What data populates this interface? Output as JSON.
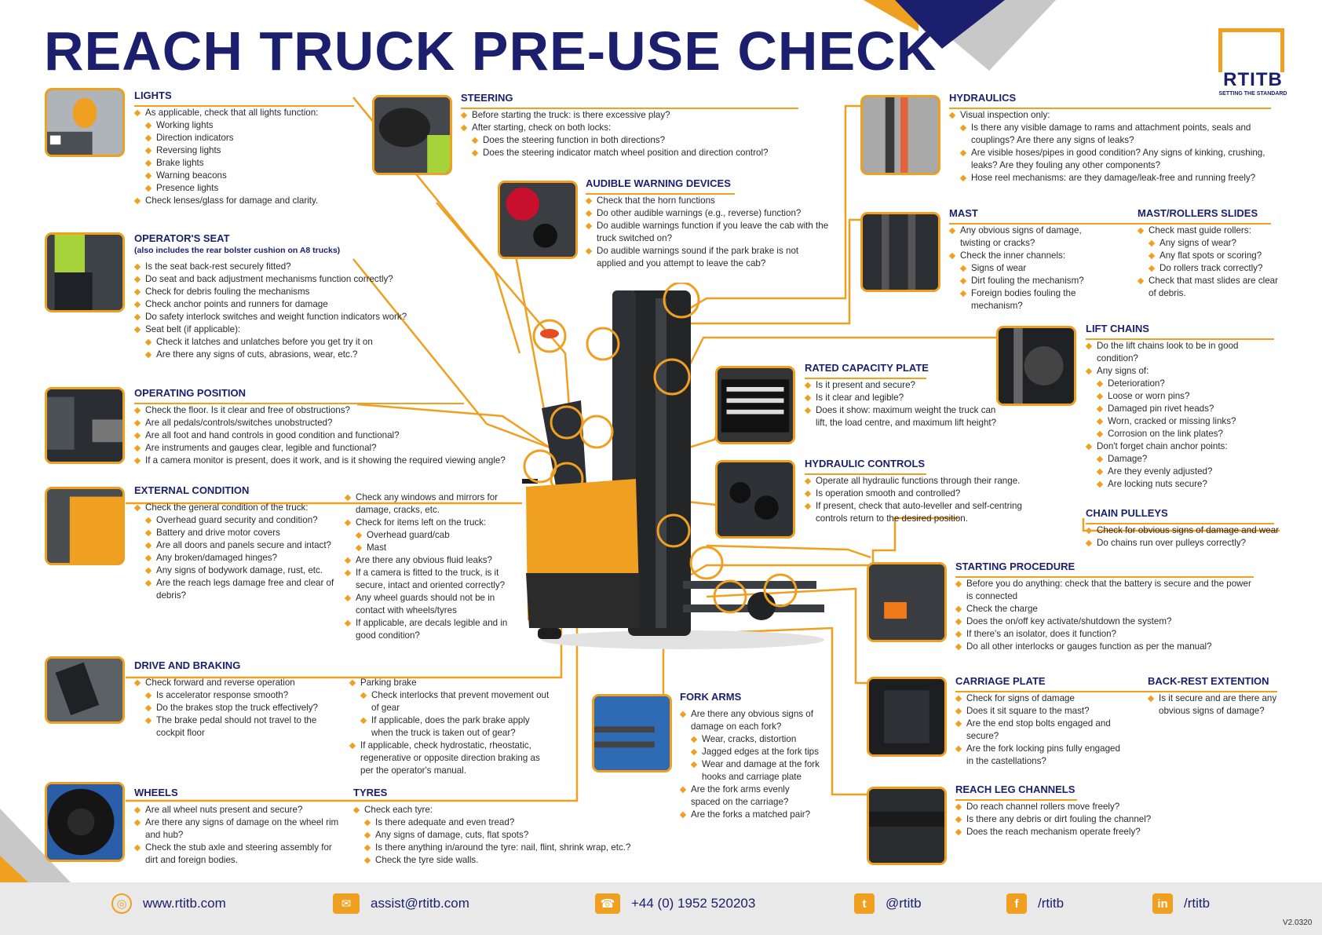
{
  "title": "REACH TRUCK PRE-USE CHECK",
  "logo": {
    "name": "RTITB",
    "tagline": "SETTING THE STANDARD"
  },
  "colors": {
    "navy": "#1b1f6e",
    "orange": "#f0a020",
    "grey": "#c8c8c8"
  },
  "sections": {
    "lights": {
      "title": "LIGHTS",
      "items": [
        {
          "text": "As applicable, check that all lights function:",
          "level": 1
        },
        {
          "text": "Working lights",
          "level": 2
        },
        {
          "text": "Direction indicators",
          "level": 2
        },
        {
          "text": "Reversing lights",
          "level": 2
        },
        {
          "text": "Brake lights",
          "level": 2
        },
        {
          "text": "Warning beacons",
          "level": 2
        },
        {
          "text": "Presence lights",
          "level": 2
        },
        {
          "text": "Check lenses/glass for damage and clarity.",
          "level": 1
        }
      ]
    },
    "seat": {
      "title": "OPERATOR'S SEAT",
      "subtitle": "(also includes the rear bolster cushion on A8 trucks)",
      "items": [
        {
          "text": "Is the seat back-rest securely fitted?",
          "level": 1
        },
        {
          "text": "Do seat and back adjustment mechanisms function correctly?",
          "level": 1
        },
        {
          "text": "Check for debris fouling the mechanisms",
          "level": 1
        },
        {
          "text": "Check anchor points and runners for damage",
          "level": 1
        },
        {
          "text": "Do safety interlock switches and weight function indicators work?",
          "level": 1
        },
        {
          "text": "Seat belt (if applicable):",
          "level": 1
        },
        {
          "text": "Check it latches and unlatches before you get try it on",
          "level": 2
        },
        {
          "text": "Are there any signs of cuts, abrasions, wear, etc.?",
          "level": 2
        }
      ]
    },
    "position": {
      "title": "OPERATING POSITION",
      "items": [
        {
          "text": "Check the floor. Is it clear and free of obstructions?",
          "level": 1
        },
        {
          "text": "Are all pedals/controls/switches unobstructed?",
          "level": 1
        },
        {
          "text": "Are all foot and hand controls in good condition and functional?",
          "level": 1
        },
        {
          "text": "Are instruments and gauges clear, legible and functional?",
          "level": 1
        },
        {
          "text": "If a camera monitor is present, does it work, and is it showing the required viewing angle?",
          "level": 1
        }
      ]
    },
    "external": {
      "title": "EXTERNAL CONDITION",
      "items": [
        {
          "text": "Check the general condition of the truck:",
          "level": 1
        },
        {
          "text": "Overhead guard security and condition?",
          "level": 2
        },
        {
          "text": "Battery and drive motor covers",
          "level": 2
        },
        {
          "text": "Are all doors and panels secure and intact?",
          "level": 2
        },
        {
          "text": "Any broken/damaged hinges?",
          "level": 2
        },
        {
          "text": "Any signs of bodywork damage, rust, etc.",
          "level": 2
        },
        {
          "text": "Are the reach legs damage free and clear of debris?",
          "level": 2
        }
      ],
      "items2": [
        {
          "text": "Check any windows and mirrors for damage, cracks, etc.",
          "level": 1
        },
        {
          "text": "Check for items left on the truck:",
          "level": 1
        },
        {
          "text": "Overhead guard/cab",
          "level": 2
        },
        {
          "text": "Mast",
          "level": 2
        },
        {
          "text": "Are there any obvious fluid leaks?",
          "level": 1
        },
        {
          "text": "If a camera is fitted to the truck, is it secure, intact and oriented correctly?",
          "level": 1
        },
        {
          "text": "Any wheel guards should not be in contact with wheels/tyres",
          "level": 1
        },
        {
          "text": "If applicable, are decals legible and in good condition?",
          "level": 1
        }
      ]
    },
    "drive": {
      "title": "DRIVE AND BRAKING",
      "items": [
        {
          "text": "Check forward and reverse operation",
          "level": 1
        },
        {
          "text": "Is accelerator response smooth?",
          "level": 2
        },
        {
          "text": "Do the brakes stop the truck effectively?",
          "level": 2
        },
        {
          "text": "The brake pedal should not travel to the cockpit floor",
          "level": 2
        }
      ],
      "items2": [
        {
          "text": "Parking brake",
          "level": 1
        },
        {
          "text": "Check interlocks that prevent movement out of gear",
          "level": 2
        },
        {
          "text": "If applicable, does the park brake apply when the truck is taken out of gear?",
          "level": 2
        },
        {
          "text": "If applicable, check hydrostatic, rheostatic, regenerative or opposite direction braking as per the operator's manual.",
          "level": 1
        }
      ]
    },
    "wheels": {
      "title": "WHEELS",
      "items": [
        {
          "text": "Are all wheel nuts present and secure?",
          "level": 1
        },
        {
          "text": "Are there any signs of damage on the wheel rim and hub?",
          "level": 1
        },
        {
          "text": "Check the stub axle and steering assembly for dirt and foreign bodies.",
          "level": 1
        }
      ]
    },
    "tyres": {
      "title": "TYRES",
      "items": [
        {
          "text": "Check each tyre:",
          "level": 1
        },
        {
          "text": "Is there adequate and even tread?",
          "level": 2
        },
        {
          "text": "Any signs of damage, cuts, flat spots?",
          "level": 2
        },
        {
          "text": "Is there anything in/around the tyre: nail, flint, shrink wrap, etc.?",
          "level": 2
        },
        {
          "text": "Check the tyre side walls.",
          "level": 2
        }
      ]
    },
    "steering": {
      "title": "STEERING",
      "items": [
        {
          "text": "Before starting the truck: is there excessive play?",
          "level": 1
        },
        {
          "text": "After starting, check on both locks:",
          "level": 1
        },
        {
          "text": "Does the steering function in both directions?",
          "level": 2
        },
        {
          "text": "Does the steering indicator match wheel position and direction control?",
          "level": 2
        }
      ]
    },
    "audible": {
      "title": "AUDIBLE WARNING DEVICES",
      "items": [
        {
          "text": "Check that the horn functions",
          "level": 1
        },
        {
          "text": "Do other audible warnings (e.g., reverse) function?",
          "level": 1
        },
        {
          "text": "Do audible warnings function if you leave the cab with the truck switched on?",
          "level": 1
        },
        {
          "text": "Do audible warnings sound if the park brake is not applied and you attempt to leave the cab?",
          "level": 1
        }
      ]
    },
    "hydraulics": {
      "title": "HYDRAULICS",
      "items": [
        {
          "text": "Visual inspection only:",
          "level": 1
        },
        {
          "text": "Is there any visible damage to rams and attachment points, seals and couplings? Are there any signs of leaks?",
          "level": 2
        },
        {
          "text": "Are visible hoses/pipes in good condition? Any signs of kinking, crushing, leaks? Are they fouling any other components?",
          "level": 2
        },
        {
          "text": "Hose reel mechanisms: are they damage/leak-free and running freely?",
          "level": 2
        }
      ]
    },
    "mast": {
      "title": "MAST",
      "items": [
        {
          "text": "Any obvious signs of damage, twisting or cracks?",
          "level": 1
        },
        {
          "text": "Check the inner channels:",
          "level": 1
        },
        {
          "text": "Signs of wear",
          "level": 2
        },
        {
          "text": "Dirt fouling the mechanism?",
          "level": 2
        },
        {
          "text": "Foreign bodies fouling the mechanism?",
          "level": 2
        }
      ]
    },
    "rollers": {
      "title": "MAST/ROLLERS SLIDES",
      "items": [
        {
          "text": "Check mast guide rollers:",
          "level": 1
        },
        {
          "text": "Any signs of wear?",
          "level": 2
        },
        {
          "text": "Any flat spots or scoring?",
          "level": 2
        },
        {
          "text": "Do rollers track correctly?",
          "level": 2
        },
        {
          "text": "Check that mast slides are clear of debris.",
          "level": 1
        }
      ]
    },
    "chains": {
      "title": "LIFT CHAINS",
      "items": [
        {
          "text": "Do the lift chains look to be in good condition?",
          "level": 1
        },
        {
          "text": "Any signs of:",
          "level": 1
        },
        {
          "text": "Deterioration?",
          "level": 2
        },
        {
          "text": "Loose or worn pins?",
          "level": 2
        },
        {
          "text": "Damaged pin rivet heads?",
          "level": 2
        },
        {
          "text": "Worn, cracked or missing links?",
          "level": 2
        },
        {
          "text": "Corrosion on the link plates?",
          "level": 2
        },
        {
          "text": "Don't forget chain anchor points:",
          "level": 1
        },
        {
          "text": "Damage?",
          "level": 2
        },
        {
          "text": "Are they evenly adjusted?",
          "level": 2
        },
        {
          "text": "Are locking nuts secure?",
          "level": 2
        }
      ]
    },
    "rated": {
      "title": "RATED CAPACITY PLATE",
      "items": [
        {
          "text": "Is it present and secure?",
          "level": 1
        },
        {
          "text": "Is it clear and legible?",
          "level": 1
        },
        {
          "text": "Does it show: maximum weight the truck can lift, the load centre, and maximum lift height?",
          "level": 1
        }
      ]
    },
    "hcontrols": {
      "title": "HYDRAULIC CONTROLS",
      "items": [
        {
          "text": "Operate all hydraulic functions through their range.",
          "level": 1
        },
        {
          "text": "Is operation smooth and controlled?",
          "level": 1
        },
        {
          "text": "If present, check that auto-leveller and self-centring controls return to the desired position.",
          "level": 1
        }
      ]
    },
    "pulleys": {
      "title": "CHAIN PULLEYS",
      "items": [
        {
          "text": "Check for obvious signs of damage and wear",
          "level": 1
        },
        {
          "text": "Do chains run over pulleys correctly?",
          "level": 1
        }
      ]
    },
    "starting": {
      "title": "STARTING PROCEDURE",
      "items": [
        {
          "text": "Before you do anything: check that the battery is secure and the power is connected",
          "level": 1
        },
        {
          "text": "Check the charge",
          "level": 1
        },
        {
          "text": "Does the on/off key activate/shutdown the system?",
          "level": 1
        },
        {
          "text": "If there's an isolator, does it function?",
          "level": 1
        },
        {
          "text": "Do all other interlocks or gauges function as per the manual?",
          "level": 1
        }
      ]
    },
    "carriage": {
      "title": "CARRIAGE PLATE",
      "items": [
        {
          "text": "Check for signs of damage",
          "level": 1
        },
        {
          "text": "Does it sit square to the mast?",
          "level": 1
        },
        {
          "text": "Are the end stop bolts engaged and secure?",
          "level": 1
        },
        {
          "text": "Are the fork locking pins fully engaged in the castellations?",
          "level": 1
        }
      ]
    },
    "backrest": {
      "title": "BACK-REST EXTENTION",
      "items": [
        {
          "text": "Is it secure and are there any obvious signs of damage?",
          "level": 1
        }
      ]
    },
    "reach": {
      "title": "REACH LEG CHANNELS",
      "items": [
        {
          "text": "Do reach channel rollers move freely?",
          "level": 1
        },
        {
          "text": "Is there any debris or dirt fouling the channel?",
          "level": 1
        },
        {
          "text": "Does the reach mechanism operate freely?",
          "level": 1
        }
      ]
    },
    "forks": {
      "title": "FORK ARMS",
      "items": [
        {
          "text": "Are there any obvious signs of damage on each fork?",
          "level": 1
        },
        {
          "text": "Wear, cracks, distortion",
          "level": 2
        },
        {
          "text": "Jagged edges at the fork tips",
          "level": 2
        },
        {
          "text": "Wear and damage at the fork hooks and carriage plate",
          "level": 2
        },
        {
          "text": "Are the fork arms evenly spaced on the carriage?",
          "level": 1
        },
        {
          "text": "Are the forks a matched pair?",
          "level": 1
        }
      ]
    }
  },
  "footer": {
    "website": "www.rtitb.com",
    "email": "assist@rtitb.com",
    "phone": "+44 (0) 1952 520203",
    "twitter": "@rtitb",
    "facebook": "/rtitb",
    "linkedin": "/rtitb",
    "version": "V2.0320",
    "icons": [
      "globe-icon",
      "envelope-icon",
      "phone-icon",
      "twitter-icon",
      "facebook-icon",
      "linkedin-icon"
    ]
  }
}
